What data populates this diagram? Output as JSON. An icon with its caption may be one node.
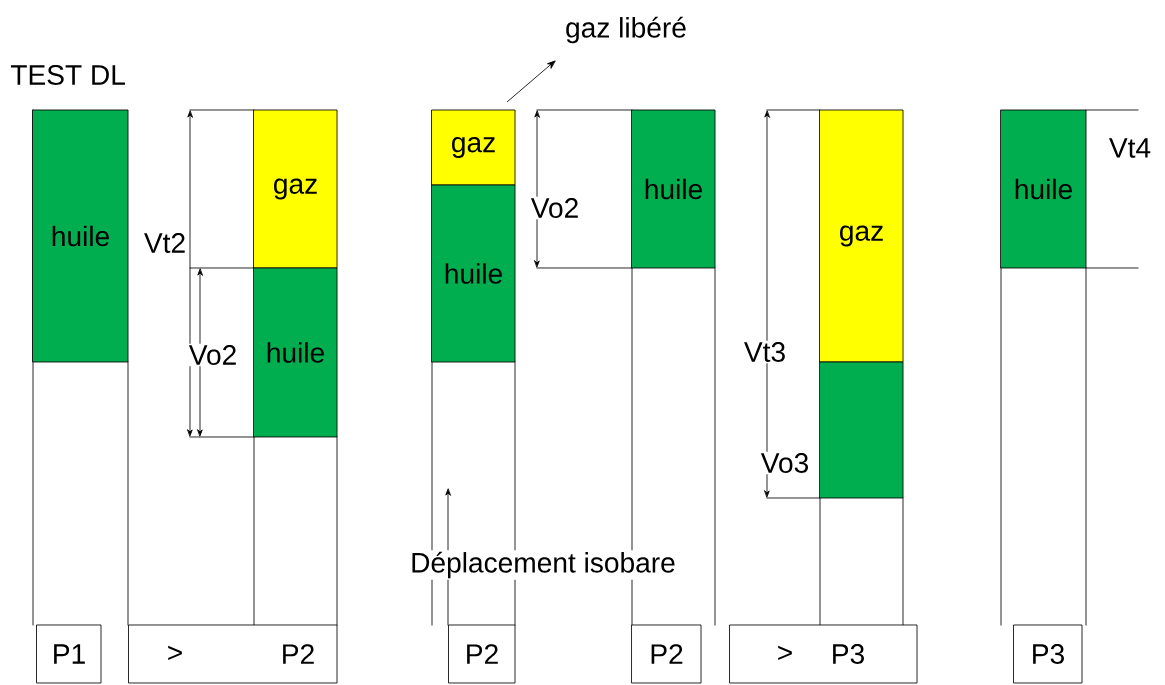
{
  "diagram": {
    "title": "TEST DL",
    "nodes": [
      {
        "text": [
          "huile"
        ]
      },
      {
        "text": [
          "gaz"
        ]
      },
      {
        "text": [
          "huile"
        ]
      },
      {
        "text": [
          "gaz"
        ]
      },
      {
        "text": [
          "huile"
        ]
      },
      {
        "text": [
          "huile"
        ]
      },
      {
        "text": [
          "gaz"
        ]
      },
      {
        "text": [],
        "shape": "box"
      },
      {
        "text": [
          "huile"
        ]
      },
      {
        "text": [
          "gaz libéré"
        ]
      },
      {
        "text": [
          "P1"
        ]
      },
      {
        "text": [
          ">",
          "P2"
        ]
      },
      {
        "text": [
          "P2"
        ]
      },
      {
        "text": [
          "P2"
        ]
      },
      {
        "text": [
          ">",
          "P3"
        ]
      },
      {
        "text": [
          "P3"
        ]
      }
    ],
    "edges": [
      {
        "from": 3,
        "to": 9,
        "arrow": "to"
      }
    ],
    "labels": [
      "Vt2",
      "Vo2",
      "Vo2",
      "Vt3",
      "Vo3",
      "Vt4",
      "Déplacement isobare"
    ]
  }
}
